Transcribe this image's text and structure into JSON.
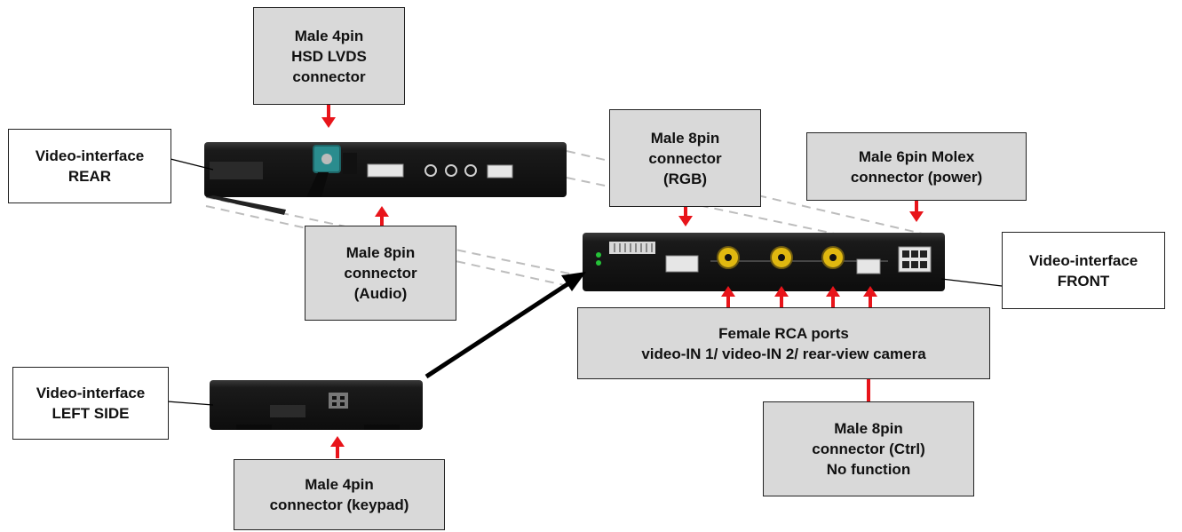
{
  "labels": {
    "hsd_lvds": [
      "Male 4pin",
      "HSD LVDS",
      "connector"
    ],
    "rear": [
      "Video-interface",
      "REAR"
    ],
    "audio": [
      "Male 8pin",
      "connector",
      "(Audio)"
    ],
    "rgb": [
      "Male 8pin",
      "connector",
      "(RGB)"
    ],
    "molex": [
      "Male 6pin Molex",
      "connector (power)"
    ],
    "front": [
      "Video-interface",
      "FRONT"
    ],
    "rca": [
      "Female RCA ports",
      "video-IN 1/ video-IN 2/ rear-view camera"
    ],
    "left_side": [
      "Video-interface",
      "LEFT SIDE"
    ],
    "ctrl": [
      "Male 8pin",
      "connector (Ctrl)",
      "No function"
    ],
    "keypad": [
      "Male 4pin",
      "connector (keypad)"
    ]
  },
  "colors": {
    "arrow": "#e8141a",
    "box_gray": "#d9d9d9",
    "device": "#1c1c1c",
    "rca_yellow": "#e0b810",
    "hsd_teal": "#2a8c8e"
  }
}
